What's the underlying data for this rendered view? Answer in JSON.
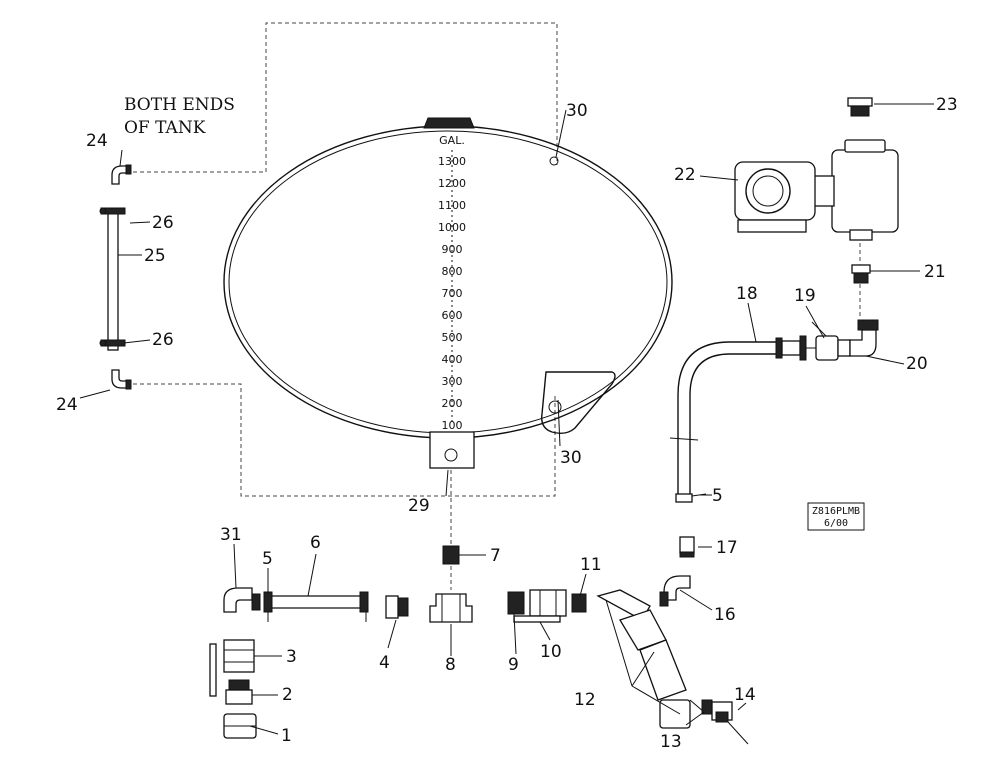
{
  "note": {
    "line1": "BOTH ENDS",
    "line2": "OF TANK"
  },
  "gauge": {
    "unit": "GAL.",
    "marks": [
      "1300",
      "1200",
      "1100",
      "1000",
      "900",
      "800",
      "700",
      "600",
      "500",
      "400",
      "300",
      "200",
      "100"
    ]
  },
  "drawing_code": {
    "line1": "Z816PLMB",
    "line2": "6/00"
  },
  "callouts": [
    {
      "id": "c1",
      "text": "1"
    },
    {
      "id": "c2",
      "text": "2"
    },
    {
      "id": "c3",
      "text": "3"
    },
    {
      "id": "c4",
      "text": "4"
    },
    {
      "id": "c5a",
      "text": "5"
    },
    {
      "id": "c5b",
      "text": "5"
    },
    {
      "id": "c6",
      "text": "6"
    },
    {
      "id": "c7",
      "text": "7"
    },
    {
      "id": "c8",
      "text": "8"
    },
    {
      "id": "c9",
      "text": "9"
    },
    {
      "id": "c10",
      "text": "10"
    },
    {
      "id": "c11",
      "text": "11"
    },
    {
      "id": "c12",
      "text": "12"
    },
    {
      "id": "c13",
      "text": "13"
    },
    {
      "id": "c14",
      "text": "14"
    },
    {
      "id": "c16",
      "text": "16"
    },
    {
      "id": "c17",
      "text": "17"
    },
    {
      "id": "c18",
      "text": "18"
    },
    {
      "id": "c19",
      "text": "19"
    },
    {
      "id": "c20",
      "text": "20"
    },
    {
      "id": "c21",
      "text": "21"
    },
    {
      "id": "c22",
      "text": "22"
    },
    {
      "id": "c23",
      "text": "23"
    },
    {
      "id": "c24a",
      "text": "24"
    },
    {
      "id": "c24b",
      "text": "24"
    },
    {
      "id": "c25",
      "text": "25"
    },
    {
      "id": "c26a",
      "text": "26"
    },
    {
      "id": "c26b",
      "text": "26"
    },
    {
      "id": "c29",
      "text": "29"
    },
    {
      "id": "c30a",
      "text": "30"
    },
    {
      "id": "c30b",
      "text": "30"
    },
    {
      "id": "c31",
      "text": "31"
    }
  ]
}
